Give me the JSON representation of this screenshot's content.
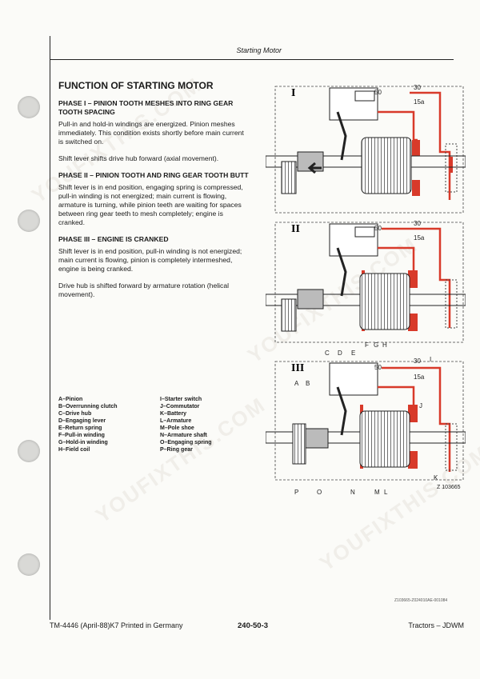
{
  "header": {
    "section": "Starting Motor"
  },
  "title": "FUNCTION OF STARTING MOTOR",
  "phases": [
    {
      "heading": "PHASE I – PINION TOOTH MESHES INTO RING GEAR TOOTH SPACING",
      "paragraphs": [
        "Pull-in and hold-in windings are energized. Pinion meshes immediately. This condition exists shortly before main current is switched on.",
        "Shift lever shifts drive hub forward (axial movement)."
      ]
    },
    {
      "heading": "PHASE II – PINION TOOTH AND RING GEAR TOOTH BUTT",
      "paragraphs": [
        "Shift lever is in end position, engaging spring is compressed, pull-in winding is not energized; main current is flowing, armature is turning, while pinion teeth are waiting for spaces between ring gear teeth to mesh completely; engine is cranked."
      ]
    },
    {
      "heading": "PHASE III – ENGINE IS CRANKED",
      "paragraphs": [
        "Shift lever is in end position, pull-in winding is not energized; main current is flowing, pinion is completely intermeshed, engine is being cranked.",
        "Drive hub is shifted forward by armature rotation (helical movement)."
      ]
    }
  ],
  "legend_left": [
    "A–Pinion",
    "B–Overrunning clutch",
    "C–Drive hub",
    "D–Engaging lever",
    "E–Return spring",
    "F–Pull-in winding",
    "G–Hold-in winding",
    "H–Field coil"
  ],
  "legend_right": [
    "I–Starter switch",
    "J–Commutator",
    "K–Battery",
    "L–Armature",
    "M–Pole shoe",
    "N–Armature shaft",
    "O–Engaging spring",
    "P–Ring gear"
  ],
  "diagram": {
    "phase_labels": [
      "I",
      "II",
      "III"
    ],
    "terminal_labels": [
      "30",
      "50",
      "15a"
    ],
    "callouts_top": [
      "C",
      "D",
      "E",
      "F",
      "G",
      "H"
    ],
    "callouts_side": [
      "A",
      "B",
      "I",
      "J",
      "K"
    ],
    "callouts_bottom": [
      "P",
      "O",
      "N",
      "M",
      "L"
    ],
    "figure_id": "Z 103665",
    "accent_color": "#d83a2a"
  },
  "figure_ref": "Z103665-Z024010AE-001084",
  "footer": {
    "left": "TM-4446 (April-88)K7 Printed in Germany",
    "page": "240-50-3",
    "right": "Tractors – JDWM"
  },
  "watermark": "YOUFIXTHIS.COM"
}
